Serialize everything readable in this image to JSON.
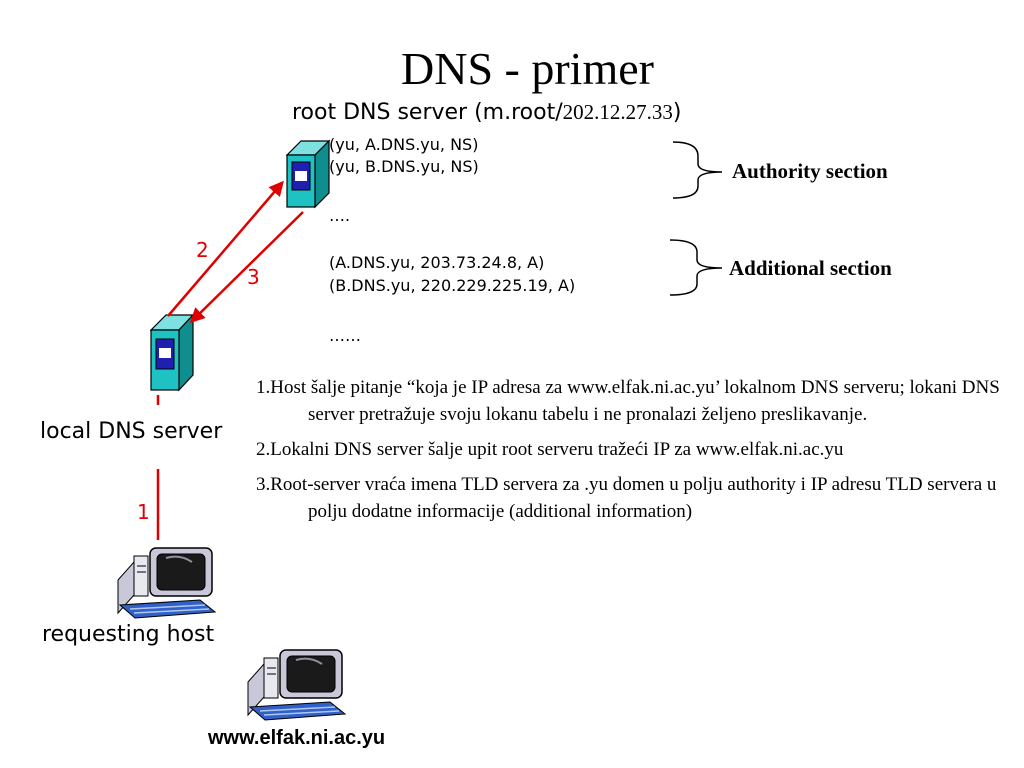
{
  "title": "DNS - primer",
  "root_server": {
    "label_prefix": "root DNS server (m.root/",
    "ip": "202.12.27.33",
    "label_suffix": ")"
  },
  "records": {
    "authority": [
      "(yu, A.DNS.yu, NS)",
      "(yu, B.DNS.yu, NS)"
    ],
    "ellipsis_1": "….",
    "additional": [
      "(A.DNS.yu, 203.73.24.8, A)",
      "(B.DNS.yu, 220.229.225.19, A)"
    ],
    "ellipsis_2": "……"
  },
  "sections": {
    "authority": "Authority section",
    "additional": "Additional section"
  },
  "nodes": {
    "local_dns": "local DNS server",
    "requesting_host": "requesting host",
    "target_host": "www.elfak.ni.ac.yu"
  },
  "arrows": {
    "step1": "1",
    "step2": "2",
    "step3": "3"
  },
  "steps": [
    "1.Host šalje pitanje “koja je IP adresa za  www.elfak.ni.ac.yu’ lokalnom DNS serveru; lokani DNS server pretražuje svoju lokanu tabelu i ne pronalazi željeno preslikavanje.",
    "2.Lokalni DNS server šalje upit root serveru tražeći IP za www.elfak.ni.ac.yu",
    "3.Root-server vraća imena TLD servera za .yu domen u polju authority i IP adresu TLD servera u polju dodatne informacije (additional information)"
  ],
  "colors": {
    "arrow": "#e00000",
    "server_face": "#1fc2c2",
    "server_side": "#0e8e8e",
    "server_top": "#7ee0e0",
    "server_badge": "#2020b0"
  }
}
